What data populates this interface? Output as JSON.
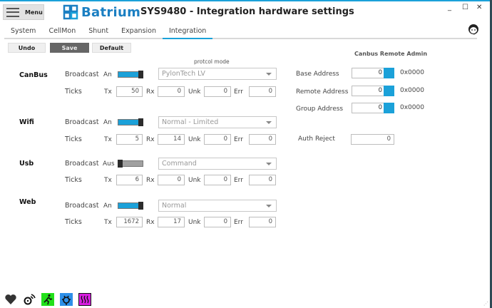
{
  "header": {
    "menu_label": "Menu",
    "brand": "Batrium",
    "title": "SYS9480 - Integration hardware settings",
    "window_controls": {
      "minimize": "_",
      "maximize": "☐",
      "close": "✕"
    }
  },
  "tabs": [
    {
      "label": "System",
      "active": false
    },
    {
      "label": "CellMon",
      "active": false
    },
    {
      "label": "Shunt",
      "active": false
    },
    {
      "label": "Expansion",
      "active": false
    },
    {
      "label": "Integration",
      "active": true
    }
  ],
  "toolbar": {
    "undo_label": "Undo",
    "save_label": "Save",
    "default_label": "Default"
  },
  "protocol_mode_caption": "protcol mode",
  "common_labels": {
    "broadcast": "Broadcast",
    "ticks": "Ticks",
    "tx": "Tx",
    "rx": "Rx",
    "unk": "Unk",
    "err": "Err"
  },
  "interfaces": [
    {
      "name": "CanBus",
      "broadcast_state": "An",
      "broadcast_on": true,
      "mode": "PylonTech LV",
      "tx": "50",
      "rx": "0",
      "unk": "0",
      "err": "0"
    },
    {
      "name": "Wifi",
      "broadcast_state": "An",
      "broadcast_on": true,
      "mode": "Normal - Limited",
      "tx": "5",
      "rx": "14",
      "unk": "0",
      "err": "0"
    },
    {
      "name": "Usb",
      "broadcast_state": "Aus",
      "broadcast_on": false,
      "mode": "Command",
      "tx": "6",
      "rx": "0",
      "unk": "0",
      "err": "0"
    },
    {
      "name": "Web",
      "broadcast_state": "An",
      "broadcast_on": true,
      "mode": "Normal",
      "tx": "1672",
      "rx": "17",
      "unk": "0",
      "err": "0"
    }
  ],
  "remote_admin": {
    "title": "Canbus Remote Admin",
    "rows": [
      {
        "label": "Base Address",
        "value": "0",
        "hex": "0x0000"
      },
      {
        "label": "Remote Address",
        "value": "0",
        "hex": "0x0000"
      },
      {
        "label": "Group Address",
        "value": "0",
        "hex": "0x0000"
      }
    ],
    "auth_reject_label": "Auth Reject",
    "auth_reject_value": "0"
  },
  "status_icons": [
    {
      "name": "heart-icon",
      "color": "#333333"
    },
    {
      "name": "wireless-icon",
      "color": "#111111"
    },
    {
      "name": "running-man-icon",
      "color": "#22e01a"
    },
    {
      "name": "plug-icon",
      "color": "#2d8fe8"
    },
    {
      "name": "heater-icon",
      "color": "#d81ee0"
    }
  ],
  "colors": {
    "accent": "#1ba1d9",
    "save_bg": "#666666"
  }
}
